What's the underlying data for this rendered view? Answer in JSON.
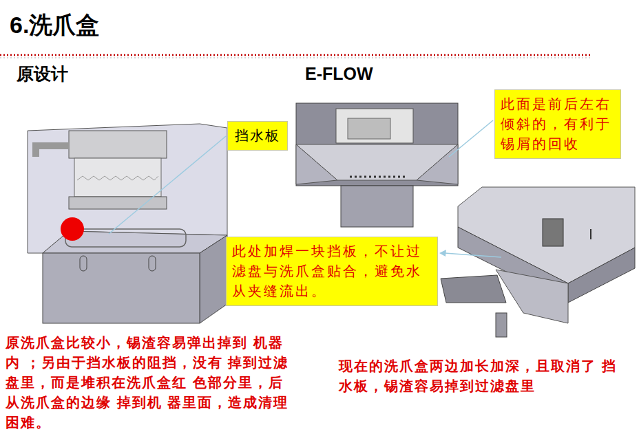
{
  "diagram": {
    "title": "6.洗爪盒",
    "nodes": [
      {
        "text": [
          "挡水板"
        ]
      },
      {
        "text": [
          "此面是前后左右 倾斜的，有利于 锡屑的回收"
        ]
      },
      {
        "text": [
          "此处加焊一块挡板，不让过 滤盘与洗爪盒贴合，避免水 从夹缝流出。"
        ]
      }
    ],
    "labels": [
      "原设计",
      "E-FLOW",
      "原洗爪盒比较小，锡渣容易弹出掉到 机器内 ；另由于挡水板的阻挡，没有 掉到过滤盘里，而是堆积在洗爪盒红 色部分里，后从洗爪盒的边缘 掉到机 器里面，造成清理困难。",
      "现在的洗爪盒两边加长加深，且取消了 挡水板，锡渣容易掉到过滤盘里"
    ]
  }
}
